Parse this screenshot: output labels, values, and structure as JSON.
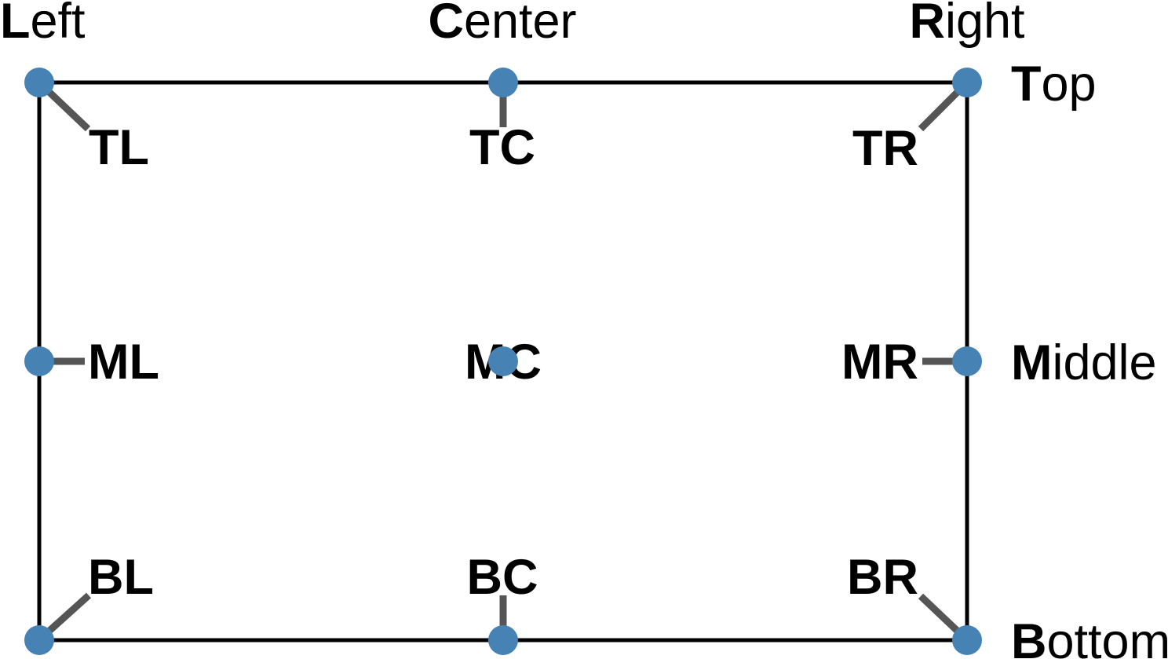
{
  "figure": {
    "description": "anchor-position-diagram",
    "column_headers": [
      {
        "id": "left",
        "bold": "L",
        "rest": "eft"
      },
      {
        "id": "center",
        "bold": "C",
        "rest": "enter"
      },
      {
        "id": "right",
        "bold": "R",
        "rest": "ight"
      }
    ],
    "row_headers": [
      {
        "id": "top",
        "bold": "T",
        "rest": "op"
      },
      {
        "id": "middle",
        "bold": "M",
        "rest": "iddle"
      },
      {
        "id": "bottom",
        "bold": "B",
        "rest": "ottom"
      }
    ],
    "anchors": [
      {
        "label": "TL",
        "row": "top",
        "col": "left"
      },
      {
        "label": "TC",
        "row": "top",
        "col": "center"
      },
      {
        "label": "TR",
        "row": "top",
        "col": "right"
      },
      {
        "label": "ML",
        "row": "middle",
        "col": "left"
      },
      {
        "label": "MC",
        "row": "middle",
        "col": "center"
      },
      {
        "label": "MR",
        "row": "middle",
        "col": "right"
      },
      {
        "label": "BL",
        "row": "bottom",
        "col": "left"
      },
      {
        "label": "BC",
        "row": "bottom",
        "col": "center"
      },
      {
        "label": "BR",
        "row": "bottom",
        "col": "right"
      }
    ],
    "colors": {
      "dot": "#4682b4",
      "connector": "#555555",
      "border": "#000000",
      "text": "#000000"
    }
  }
}
